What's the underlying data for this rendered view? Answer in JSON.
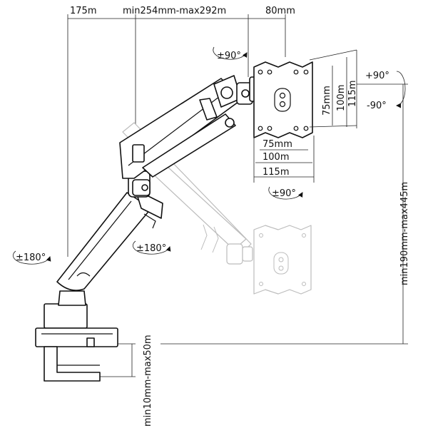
{
  "dimensions": {
    "top_reach": "175m",
    "top_arm": "min254mm-max292m",
    "top_mount": "80mm",
    "height_range": "min190mm-max445m",
    "clamp_range": "min10mm-max50m",
    "vesa_vertical": [
      "75mm",
      "100m",
      "115m"
    ],
    "vesa_horizontal": [
      "75mm",
      "100m",
      "115m"
    ]
  },
  "rotations": {
    "tilt_top": "±90°",
    "swivel_bottom": "±90°",
    "rotate_up": "+90°",
    "rotate_down": "-90°",
    "base": "±180°",
    "elbow": "±180°"
  },
  "colors": {
    "line": "#111111",
    "ghost": "#bcbcbc",
    "background": "#ffffff"
  }
}
